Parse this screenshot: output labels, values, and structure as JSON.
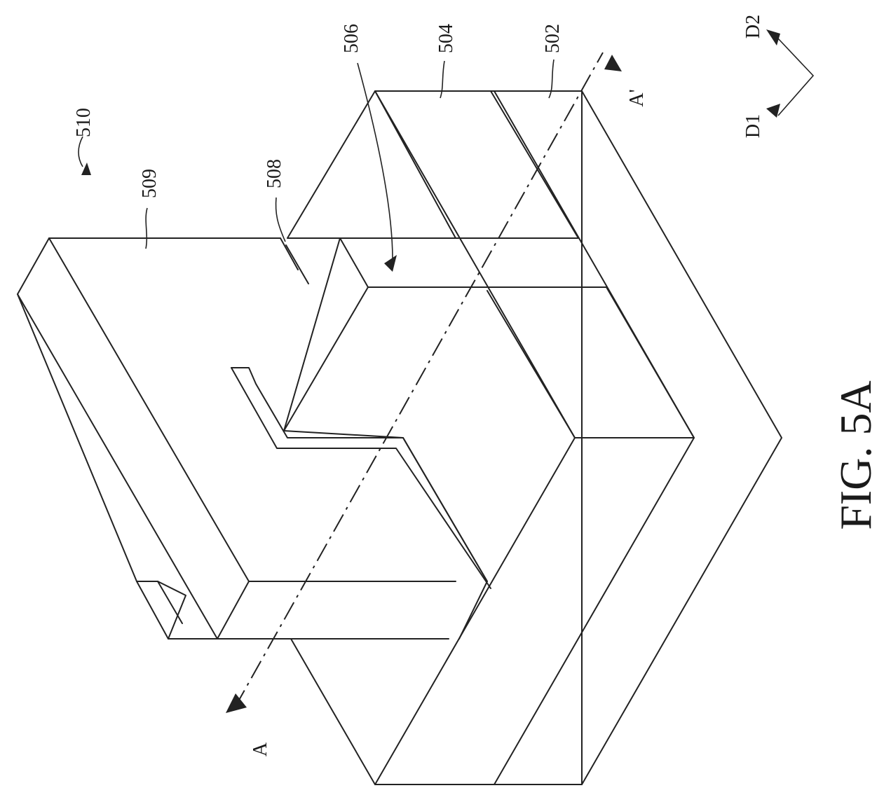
{
  "figure": {
    "caption": "FIG. 5A",
    "labels": {
      "device": "510",
      "gate": "509",
      "gate_dielectric": "508",
      "fin": "506",
      "layer_504": "504",
      "substrate": "502",
      "section_start": "A",
      "section_end": "A'",
      "dir_1": "D1",
      "dir_2": "D2"
    },
    "line_color": "#222222",
    "background_color": "#ffffff"
  }
}
